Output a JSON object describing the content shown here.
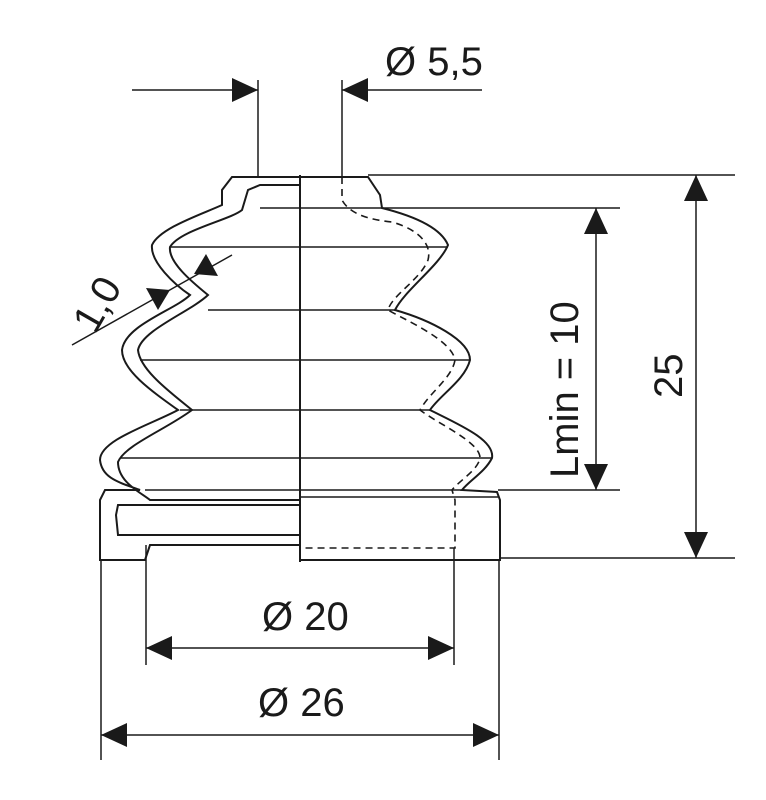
{
  "drawing": {
    "title": "",
    "dimensions": {
      "top_small_diameter": "Ø 5,5",
      "wall_thickness": "1,0",
      "min_length": "Lmin = 10",
      "total_height": "25",
      "inner_diameter": "Ø 20",
      "outer_diameter": "Ø 26"
    },
    "colors": {
      "line": "#1a1a1a",
      "section_fill": "#a8a8a8",
      "body_fill": "#dcdcdc",
      "background": "#ffffff"
    }
  }
}
